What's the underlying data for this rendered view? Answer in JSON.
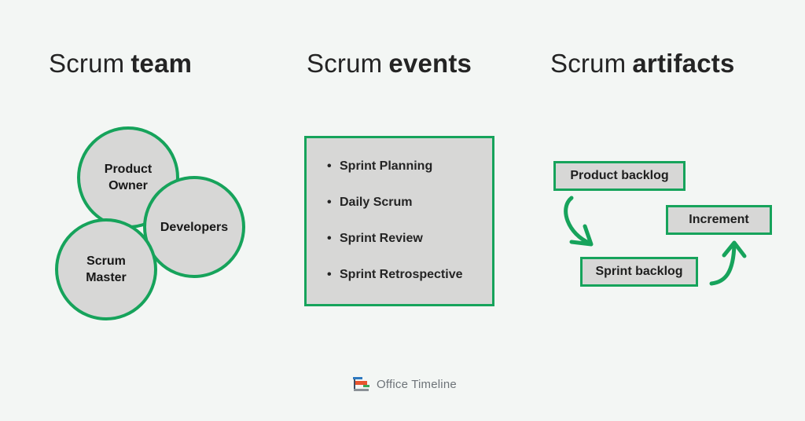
{
  "colors": {
    "background": "#f3f6f4",
    "accent_green": "#16a35b",
    "shape_fill": "#d7d7d6",
    "text_dark": "#1f1f1f",
    "brand_text_gray": "#6d7378"
  },
  "headings": {
    "team": {
      "normal": "Scrum",
      "bold": "team"
    },
    "events": {
      "normal": "Scrum",
      "bold": "events"
    },
    "artifacts": {
      "normal": "Scrum",
      "bold": "artifacts"
    }
  },
  "team": {
    "circles": [
      {
        "label": "Product\nOwner"
      },
      {
        "label": "Developers"
      },
      {
        "label": "Scrum\nMaster"
      }
    ]
  },
  "events": {
    "bullet_glyph": "•",
    "items": [
      "Sprint Planning",
      "Daily Scrum",
      "Sprint Review",
      "Sprint Retrospective"
    ]
  },
  "artifacts": {
    "boxes": [
      {
        "label": "Product backlog"
      },
      {
        "label": "Increment"
      },
      {
        "label": "Sprint backlog"
      }
    ],
    "arrows": [
      {
        "name": "product-backlog-to-sprint-backlog",
        "direction": "down-right"
      },
      {
        "name": "sprint-backlog-to-increment",
        "direction": "up"
      }
    ]
  },
  "footer": {
    "brand": "Office Timeline"
  }
}
